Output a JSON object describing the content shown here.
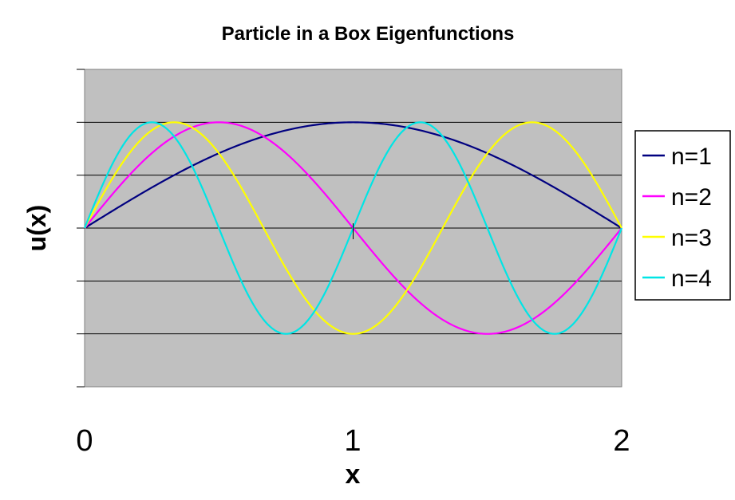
{
  "chart_data": {
    "type": "line",
    "title": "Particle in a Box Eigenfunctions",
    "xlabel": "x",
    "ylabel": "u(x)",
    "xlim": [
      0,
      2
    ],
    "ylim": [
      -1.5,
      1.5
    ],
    "x_ticks": [
      "0",
      "1",
      "2"
    ],
    "y_ticks_labeled": false,
    "grid": true,
    "plot_background": "#c0c0c0",
    "legend_position": "right",
    "series": [
      {
        "name": "n=1",
        "color": "#000080",
        "x": [
          0,
          0.25,
          0.5,
          0.75,
          1.0,
          1.25,
          1.5,
          1.75,
          2.0
        ],
        "values": [
          0,
          0.38,
          0.71,
          0.92,
          1.0,
          0.92,
          0.71,
          0.38,
          0
        ]
      },
      {
        "name": "n=2",
        "color": "#ff00ff",
        "x": [
          0,
          0.25,
          0.5,
          0.75,
          1.0,
          1.25,
          1.5,
          1.75,
          2.0
        ],
        "values": [
          0,
          0.71,
          1.0,
          0.71,
          0,
          -0.71,
          -1.0,
          -0.71,
          0
        ]
      },
      {
        "name": "n=3",
        "color": "#ffff00",
        "x": [
          0,
          0.1667,
          0.3333,
          0.5,
          0.6667,
          0.8333,
          1.0,
          1.1667,
          1.3333,
          1.5,
          1.6667,
          1.8333,
          2.0
        ],
        "values": [
          0,
          0.71,
          1.0,
          0.71,
          0,
          -0.71,
          -1.0,
          -0.71,
          0,
          0.71,
          1.0,
          0.71,
          0
        ]
      },
      {
        "name": "n=4",
        "color": "#00e5e5",
        "x": [
          0,
          0.125,
          0.25,
          0.375,
          0.5,
          0.625,
          0.75,
          0.875,
          1.0,
          1.125,
          1.25,
          1.375,
          1.5,
          1.625,
          1.75,
          1.875,
          2.0
        ],
        "values": [
          0,
          0.71,
          1.0,
          0.71,
          0,
          -0.71,
          -1.0,
          -0.71,
          0,
          0.71,
          1.0,
          0.71,
          0,
          -0.71,
          -1.0,
          -0.71,
          0
        ]
      }
    ]
  }
}
